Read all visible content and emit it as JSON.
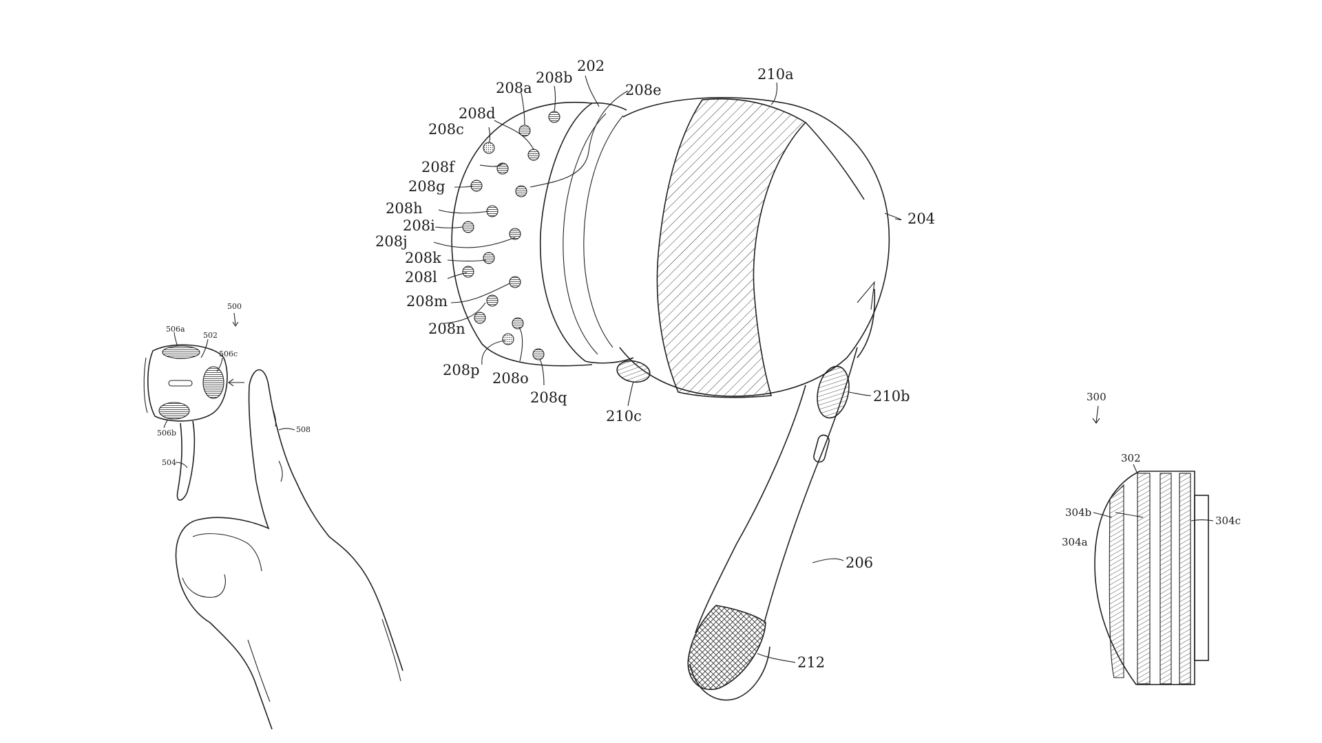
{
  "figure": {
    "labels": {
      "l202": "202",
      "l204": "204",
      "l206": "206",
      "l208a": "208a",
      "l208b": "208b",
      "l208c": "208c",
      "l208d": "208d",
      "l208e": "208e",
      "l208f": "208f",
      "l208g": "208g",
      "l208h": "208h",
      "l208i": "208i",
      "l208j": "208j",
      "l208k": "208k",
      "l208l": "208l",
      "l208m": "208m",
      "l208n": "208n",
      "l208o": "208o",
      "l208p": "208p",
      "l208q": "208q",
      "l210a": "210a",
      "l210b": "210b",
      "l210c": "210c",
      "l212": "212",
      "l300": "300",
      "l302": "302",
      "l304a": "304a",
      "l304b": "304b",
      "l304c": "304c",
      "l500": "500",
      "l502": "502",
      "l504": "504",
      "l506a": "506a",
      "l506b": "506b",
      "l506c": "506c",
      "l508": "508"
    }
  }
}
